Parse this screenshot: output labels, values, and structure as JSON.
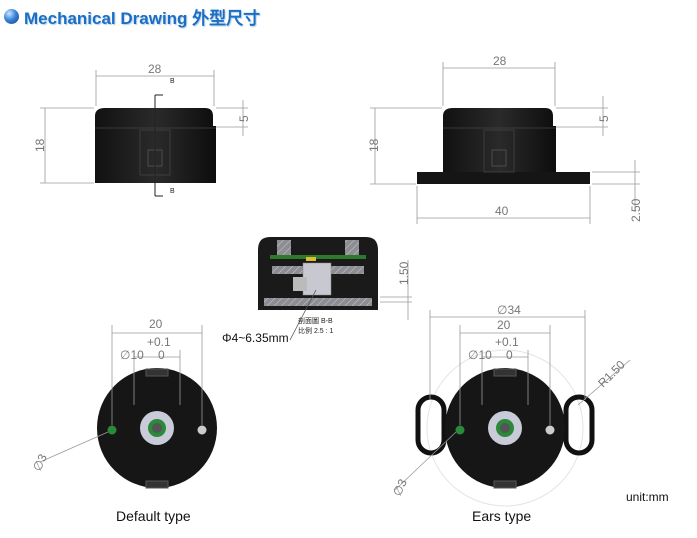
{
  "header": {
    "title": "Mechanical Drawing 外型尺寸"
  },
  "side_default": {
    "width": "28",
    "height": "18",
    "step": "5",
    "section_mark_top": "B",
    "section_mark_bottom": "B"
  },
  "side_ears": {
    "width": "28",
    "height": "18",
    "step": "5",
    "flange_width": "40",
    "flange_thickness": "2.50"
  },
  "section": {
    "gap": "1.50",
    "shaft": "Φ4~6.35mm",
    "caption_line1": "剖面圖 B-B",
    "caption_line2": "比例 2.5 : 1"
  },
  "front_default": {
    "hole_spacing": "20",
    "tol_upper": "+0.1",
    "tol_lower": "0",
    "center_dia": "∅10",
    "hole_dia": "∅3",
    "label": "Default type"
  },
  "front_ears": {
    "overall_dia": "∅34",
    "hole_spacing": "20",
    "tol_upper": "+0.1",
    "tol_lower": "0",
    "center_dia": "∅10",
    "hole_dia": "∅3",
    "ear_radius": "R1.50",
    "label": "Ears type"
  },
  "unit": "unit:mm"
}
